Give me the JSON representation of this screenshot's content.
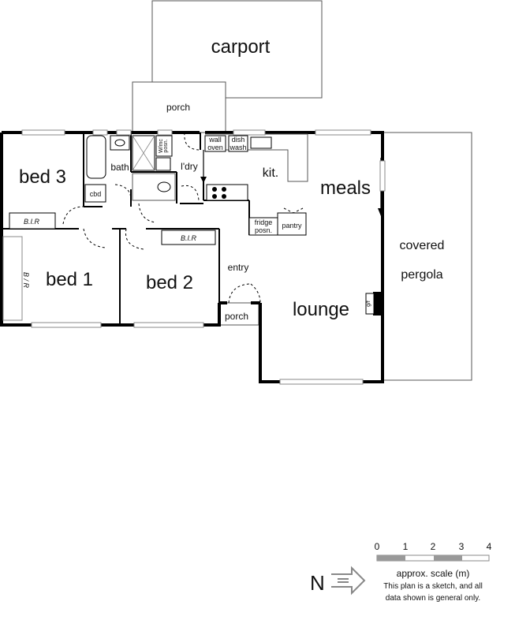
{
  "rooms": {
    "carport": "carport",
    "porch_top": "porch",
    "bed3": "bed 3",
    "bath": "bath",
    "laundry": "l'dry",
    "kitchen": "kit.",
    "meals": "meals",
    "covered_pergola_1": "covered",
    "covered_pergola_2": "pergola",
    "bed1": "bed 1",
    "bed2": "bed 2",
    "entry": "entry",
    "lounge": "lounge",
    "porch_front": "porch"
  },
  "fixtures": {
    "cbd": "cbd",
    "bir_bed3": "B.I.R",
    "bir_bed2": "B.I.R",
    "bir_bed1": "B / R",
    "wall_oven_1": "wall",
    "wall_oven_2": "oven",
    "dish_wash_1": "dish",
    "dish_wash_2": "wash",
    "wm_posn_1": "W/mc",
    "wm_posn_2": "posn.",
    "fridge_1": "fridge",
    "fridge_2": "posn.",
    "pantry": "pantry",
    "gf": "g/f"
  },
  "scale": {
    "ticks": [
      "0",
      "1",
      "2",
      "3",
      "4"
    ],
    "label": "approx. scale (m)",
    "note_1": "This plan is a sketch, and all",
    "note_2": "data shown is general only."
  },
  "north": "N"
}
